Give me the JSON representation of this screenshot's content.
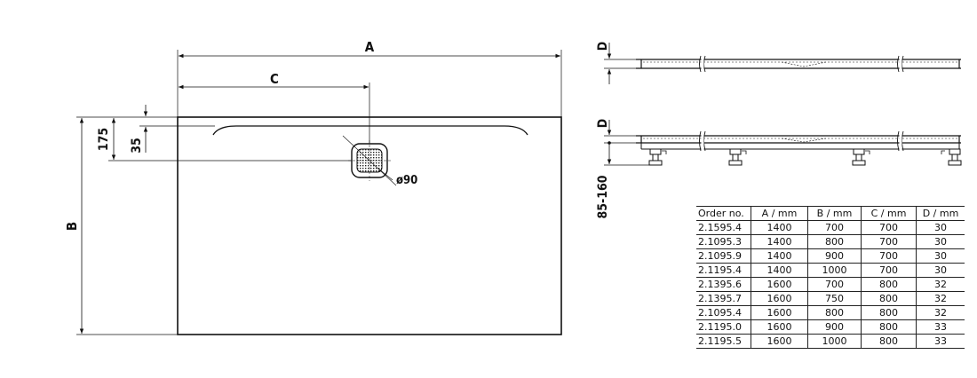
{
  "drawing": {
    "labels": {
      "a": "A",
      "b": "B",
      "c": "C",
      "d_top": "D",
      "d_side": "D",
      "dim_175": "175",
      "dim_35": "35",
      "drain_diameter": "ø90",
      "leg_height": "85-160"
    }
  },
  "table": {
    "headers": [
      "Order no.",
      "A / mm",
      "B / mm",
      "C / mm",
      "D / mm"
    ],
    "rows": [
      [
        "2.1595.4",
        "1400",
        "700",
        "700",
        "30"
      ],
      [
        "2.1095.3",
        "1400",
        "800",
        "700",
        "30"
      ],
      [
        "2.1095.9",
        "1400",
        "900",
        "700",
        "30"
      ],
      [
        "2.1195.4",
        "1400",
        "1000",
        "700",
        "30"
      ],
      [
        "2.1395.6",
        "1600",
        "700",
        "800",
        "32"
      ],
      [
        "2.1395.7",
        "1600",
        "750",
        "800",
        "32"
      ],
      [
        "2.1095.4",
        "1600",
        "800",
        "800",
        "32"
      ],
      [
        "2.1195.0",
        "1600",
        "900",
        "800",
        "33"
      ],
      [
        "2.1195.5",
        "1600",
        "1000",
        "800",
        "33"
      ]
    ]
  }
}
